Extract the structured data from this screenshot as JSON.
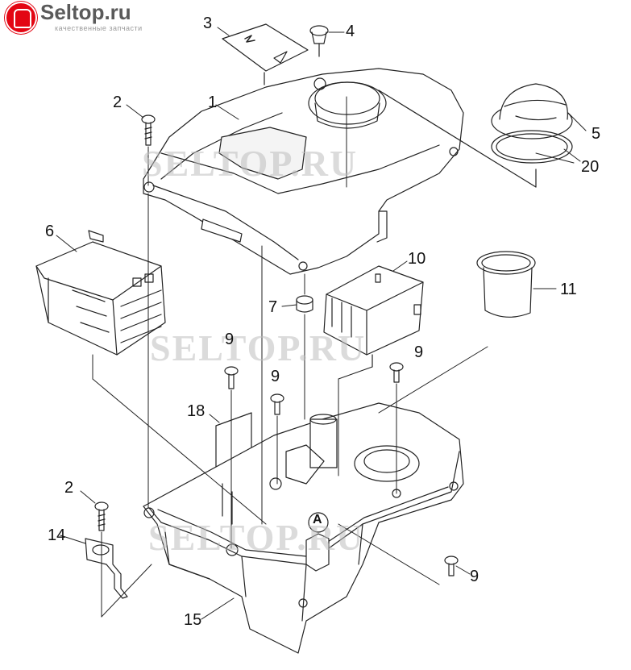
{
  "logo": {
    "name": "Seltop.ru",
    "tagline": "качественные запчасти"
  },
  "watermarks": [
    "SELTOP.RU",
    "SELTOP.RU",
    "SELTOP.RU"
  ],
  "labels": {
    "l1": "1",
    "l2a": "2",
    "l2b": "2",
    "l3": "3",
    "l4": "4",
    "l5": "5",
    "l6": "6",
    "l7": "7",
    "l9a": "9",
    "l9b": "9",
    "l9c": "9",
    "l9d": "9",
    "l10": "10",
    "l11": "11",
    "l14": "14",
    "l15": "15",
    "l18": "18",
    "l20": "20",
    "marker": "A"
  },
  "colors": {
    "line": "#222222",
    "brand": "#e30613",
    "watermark": "#bebebe"
  }
}
